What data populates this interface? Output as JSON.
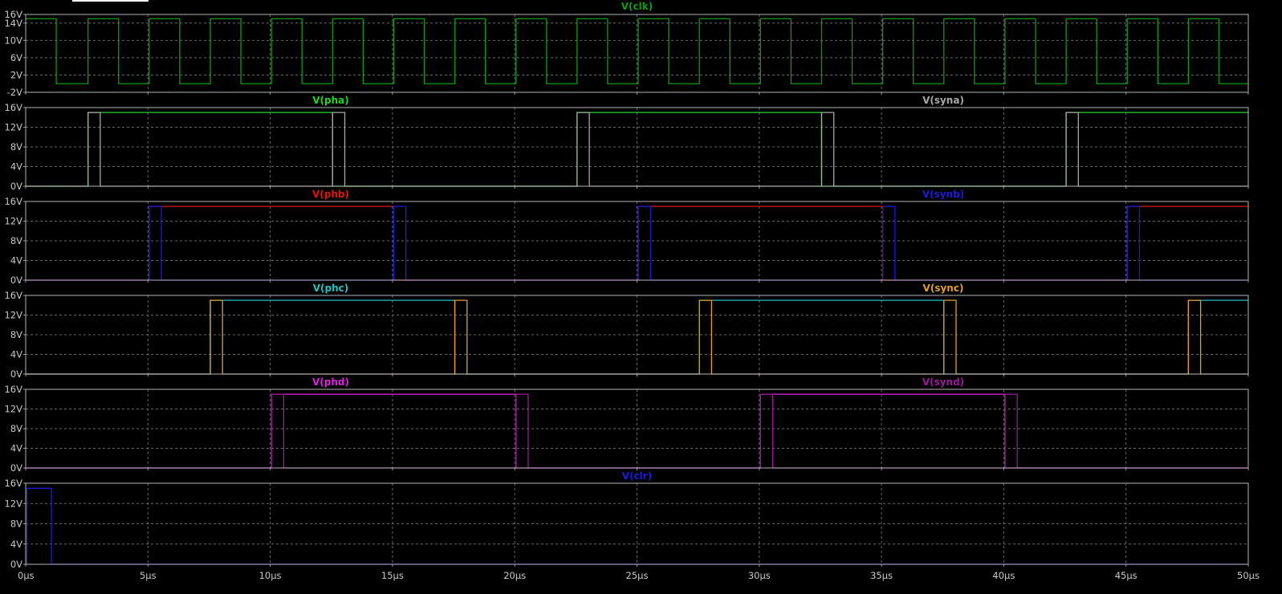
{
  "chart_data": {
    "type": "line",
    "x_unit": "µs",
    "xlim": [
      0,
      50
    ],
    "x_ticks": [
      "0µs",
      "5µs",
      "10µs",
      "15µs",
      "20µs",
      "25µs",
      "30µs",
      "35µs",
      "40µs",
      "45µs",
      "50µs"
    ],
    "grid": true,
    "panes": [
      {
        "id": "clk",
        "ylim": [
          -2,
          16
        ],
        "y_ticks": [
          "16V",
          "14V",
          "10V",
          "6V",
          "2V",
          "-2V"
        ],
        "series": [
          {
            "name": "V(clk)",
            "color": "#0f9a0f",
            "x": [
              0,
              0.05,
              1.2,
              1.25,
              2.5,
              2.55,
              3.75,
              3.8,
              5.0,
              5.05,
              6.25,
              6.3,
              7.5,
              7.55,
              8.75,
              8.8,
              10.0,
              10.05,
              11.25,
              11.3,
              12.5,
              12.55,
              13.75,
              13.8,
              15.0,
              15.05,
              16.25,
              16.3,
              17.5,
              17.55,
              18.75,
              18.8,
              20.0,
              20.05,
              21.25,
              21.3,
              22.5,
              22.55,
              23.75,
              23.8,
              25.0,
              25.05,
              26.25,
              26.3,
              27.5,
              27.55,
              28.75,
              28.8,
              30.0,
              30.05,
              31.25,
              31.3,
              32.5,
              32.55,
              33.75,
              33.8,
              35.0,
              35.05,
              36.25,
              36.3,
              37.5,
              37.55,
              38.75,
              38.8,
              40.0,
              40.05,
              41.25,
              41.3,
              42.5,
              42.55,
              43.75,
              43.8,
              45.0,
              45.05,
              46.25,
              46.3,
              47.5,
              47.55,
              48.75,
              48.8,
              50
            ],
            "y": [
              15,
              15,
              15,
              0,
              0,
              15,
              15,
              0,
              0,
              15,
              15,
              0,
              0,
              15,
              15,
              0,
              0,
              15,
              15,
              0,
              0,
              15,
              15,
              0,
              0,
              15,
              15,
              0,
              0,
              15,
              15,
              0,
              0,
              15,
              15,
              0,
              0,
              15,
              15,
              0,
              0,
              15,
              15,
              0,
              0,
              15,
              15,
              0,
              0,
              15,
              15,
              0,
              0,
              15,
              15,
              0,
              0,
              15,
              15,
              0,
              0,
              15,
              15,
              0,
              0,
              15,
              15,
              0,
              0,
              15,
              15,
              0,
              0,
              15,
              15,
              0,
              0,
              15,
              15,
              0,
              0
            ]
          }
        ]
      },
      {
        "id": "a",
        "ylim": [
          0,
          16
        ],
        "y_ticks": [
          "16V",
          "12V",
          "8V",
          "4V",
          "0V"
        ],
        "series": [
          {
            "name": "V(pha)",
            "color": "#1fd81f",
            "x": [
              0,
              2.5,
              2.55,
              12.5,
              12.55,
              13.0,
              13.05,
              22.5,
              22.55,
              32.5,
              32.55,
              33.0,
              33.05,
              42.5,
              42.55,
              50
            ],
            "y": [
              0,
              0,
              15,
              15,
              0,
              0,
              0,
              0,
              15,
              15,
              0,
              0,
              0,
              0,
              15,
              15
            ]
          },
          {
            "name": "V(syna)",
            "color": "#a8a8a8",
            "x": [
              0,
              2.5,
              2.55,
              3.0,
              3.05,
              12.5,
              12.55,
              13.0,
              13.05,
              22.5,
              22.55,
              23.0,
              23.05,
              32.5,
              32.55,
              33.0,
              33.05,
              42.5,
              42.55,
              43.0,
              43.05,
              50
            ],
            "y": [
              0,
              0,
              15,
              15,
              0,
              0,
              15,
              15,
              0,
              0,
              15,
              15,
              0,
              0,
              15,
              15,
              0,
              0,
              15,
              15,
              0,
              0
            ]
          }
        ]
      },
      {
        "id": "b",
        "ylim": [
          0,
          16
        ],
        "y_ticks": [
          "16V",
          "12V",
          "8V",
          "4V",
          "0V"
        ],
        "series": [
          {
            "name": "V(phb)",
            "color": "#e01515",
            "x": [
              0,
              5.0,
              5.05,
              15.0,
              15.05,
              25.0,
              25.05,
              35.0,
              35.05,
              45.0,
              45.05,
              50
            ],
            "y": [
              0,
              0,
              15,
              15,
              0,
              0,
              15,
              15,
              0,
              0,
              15,
              15
            ]
          },
          {
            "name": "V(synb)",
            "color": "#1a1ad8",
            "x": [
              0,
              5.0,
              5.05,
              5.5,
              5.55,
              15.0,
              15.05,
              15.5,
              15.55,
              25.0,
              25.05,
              25.5,
              25.55,
              35.0,
              35.05,
              35.5,
              35.55,
              45.0,
              45.05,
              45.5,
              45.55,
              50
            ],
            "y": [
              0,
              0,
              15,
              15,
              0,
              0,
              15,
              15,
              0,
              0,
              15,
              15,
              0,
              0,
              15,
              15,
              0,
              0,
              15,
              15,
              0,
              0
            ]
          }
        ]
      },
      {
        "id": "c",
        "ylim": [
          0,
          16
        ],
        "y_ticks": [
          "16V",
          "12V",
          "8V",
          "4V",
          "0V"
        ],
        "series": [
          {
            "name": "V(phc)",
            "color": "#1fc4c4",
            "x": [
              0,
              7.5,
              7.55,
              17.5,
              17.55,
              27.5,
              27.55,
              37.5,
              37.55,
              47.5,
              47.55,
              50
            ],
            "y": [
              0,
              0,
              15,
              15,
              0,
              0,
              15,
              15,
              0,
              0,
              15,
              15
            ]
          },
          {
            "name": "V(sync)",
            "color": "#e0a020",
            "x": [
              0,
              7.5,
              7.55,
              8.0,
              8.05,
              17.5,
              17.55,
              18.0,
              18.05,
              27.5,
              27.55,
              28.0,
              28.05,
              37.5,
              37.55,
              38.0,
              38.05,
              47.5,
              47.55,
              48.0,
              48.05,
              50
            ],
            "y": [
              0,
              0,
              15,
              15,
              0,
              0,
              15,
              15,
              0,
              0,
              15,
              15,
              0,
              0,
              15,
              15,
              0,
              0,
              15,
              15,
              0,
              0
            ]
          }
        ]
      },
      {
        "id": "d",
        "ylim": [
          0,
          16
        ],
        "y_ticks": [
          "16V",
          "12V",
          "8V",
          "4V",
          "0V"
        ],
        "series": [
          {
            "name": "V(phd)",
            "color": "#e020e0",
            "x": [
              0,
              10.0,
              10.05,
              20.0,
              20.05,
              30.0,
              30.05,
              40.0,
              40.05,
              50
            ],
            "y": [
              0,
              0,
              15,
              15,
              0,
              0,
              15,
              15,
              0,
              0
            ]
          },
          {
            "name": "V(synd)",
            "color": "#9a1a9a",
            "x": [
              0,
              10.0,
              10.05,
              10.5,
              10.55,
              20.0,
              20.05,
              20.5,
              20.55,
              30.0,
              30.05,
              30.5,
              30.55,
              40.0,
              40.05,
              40.5,
              40.55,
              50
            ],
            "y": [
              0,
              0,
              15,
              15,
              0,
              0,
              15,
              15,
              0,
              0,
              15,
              15,
              0,
              0,
              15,
              15,
              0,
              0
            ]
          }
        ]
      },
      {
        "id": "clr",
        "ylim": [
          0,
          16
        ],
        "y_ticks": [
          "16V",
          "12V",
          "8V",
          "4V",
          "0V"
        ],
        "series": [
          {
            "name": "V(clr)",
            "color": "#1a1ae0",
            "x": [
              0,
              0.05,
              1.0,
              1.05,
              50
            ],
            "y": [
              0,
              15,
              15,
              0,
              0
            ]
          }
        ]
      }
    ]
  }
}
